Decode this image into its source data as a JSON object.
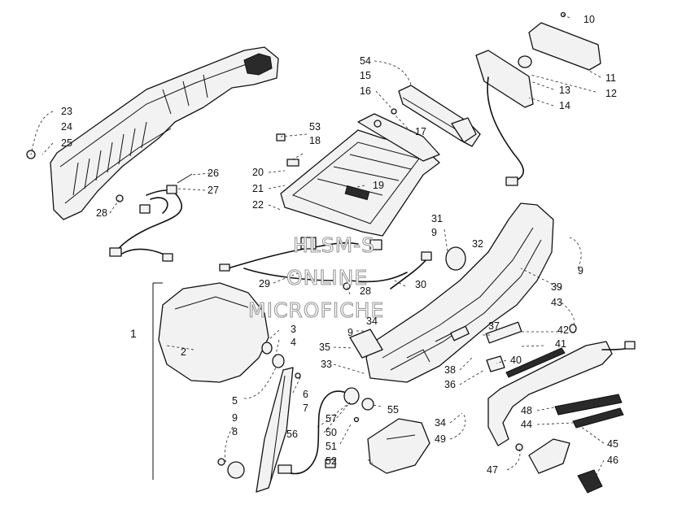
{
  "watermark": {
    "line1": "HLSM-S",
    "line2": "ONLINE",
    "line3": "MICROFICHE"
  },
  "callouts": {
    "c1": "1",
    "c2": "2",
    "c3": "3",
    "c4": "4",
    "c5": "5",
    "c6": "6",
    "c7": "7",
    "c8": "8",
    "c9a": "9",
    "c9b": "9",
    "c9c": "9",
    "c9d": "9",
    "c10": "10",
    "c11": "11",
    "c12": "12",
    "c13": "13",
    "c14": "14",
    "c15": "15",
    "c16": "16",
    "c17": "17",
    "c18": "18",
    "c19": "19",
    "c20": "20",
    "c21": "21",
    "c22": "22",
    "c23": "23",
    "c24": "24",
    "c25": "25",
    "c26": "26",
    "c27": "27",
    "c28a": "28",
    "c28b": "28",
    "c29": "29",
    "c30": "30",
    "c31": "31",
    "c32": "32",
    "c33": "33",
    "c34a": "34",
    "c34b": "34",
    "c35": "35",
    "c36": "36",
    "c37": "37",
    "c38": "38",
    "c39": "39",
    "c40": "40",
    "c41": "41",
    "c42": "42",
    "c43": "43",
    "c44": "44",
    "c45": "45",
    "c46": "46",
    "c47": "47",
    "c48": "48",
    "c49": "49",
    "c50": "50",
    "c51": "51",
    "c52": "52",
    "c53": "53",
    "c54": "54",
    "c55": "55",
    "c56": "56",
    "c57": "57"
  }
}
